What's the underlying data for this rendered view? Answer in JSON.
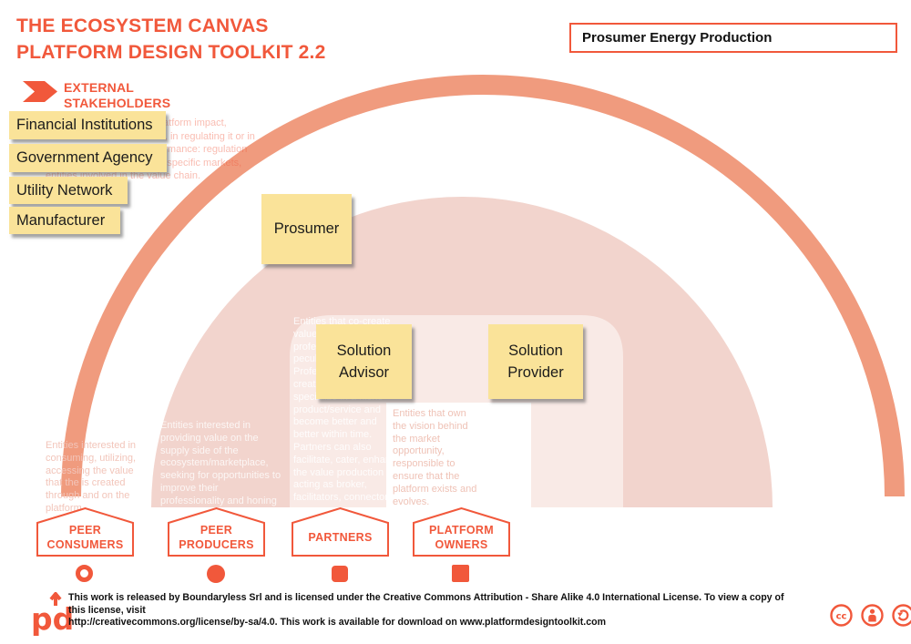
{
  "header": {
    "title": "THE ECOSYSTEM CANVAS\nPLATFORM DESIGN TOOLKIT 2.2",
    "canvas_name": "Prosumer Energy Production"
  },
  "external_stakeholders": {
    "label": "EXTERNAL\nSTAKEHOLDERS",
    "description": "Entities interested in the platform impact, externalities and outcomes, in regulating it or in being informed on its performance: regulation and control of platforms on specific markets, entities involved in the value chain.",
    "notes": [
      "Financial Institutions",
      "Government Agency",
      "Utility Network",
      "Manufacturer"
    ]
  },
  "sticky_notes": {
    "prosumer": "Prosumer",
    "solution_advisor": "Solution Advisor",
    "solution_provider": "Solution Provider"
  },
  "zone_descriptions": {
    "peer_consumers": "Entities interested in consuming, utilizing, accessing the value that the is created through and on the platform.",
    "peer_producers": "Entities interested in providing value on the supply side of the ecosystem/marketplace, seeking for opportunities to improve their professionality and honing their capabilities towards better performance.",
    "partners": "Entities that co-create value with platform in a professional way with a peculiar relationship: Professional creators/producers specialize in a niche product/service and become better and better within time. Partners can also facilitate, cater, enhance the value production by acting as broker, facilitators, connectors.",
    "platform_owners": "Entities that own the vision behind the market opportunity, responsible to ensure that the platform exists and evolves."
  },
  "zones": [
    {
      "label": "PEER\nCONSUMERS",
      "marker": "ring"
    },
    {
      "label": "PEER\nPRODUCERS",
      "marker": "filled-circle"
    },
    {
      "label": "PARTNERS",
      "marker": "rounded-square"
    },
    {
      "label": "PLATFORM\nOWNERS",
      "marker": "filled-square"
    }
  ],
  "footer": {
    "logo_text": "pdt",
    "license_line1": "This work is released by Boundaryless Srl and is licensed under the Creative Commons Attribution - Share Alike 4.0 International License. To view a copy of this license, visit",
    "license_line2": "http://creativecommons.org/license/by-sa/4.0. This work is available for download on www.platformdesigntoolkit.com",
    "cc_icons": [
      "cc",
      "attribution",
      "share-alike"
    ]
  },
  "colors": {
    "accent": "#F1583B",
    "outer_arc": "#F09B7E",
    "ecosystem_ring": "#F2D4CD",
    "partners_zone": "#F9EAE6",
    "sticky": "#FAE399"
  }
}
